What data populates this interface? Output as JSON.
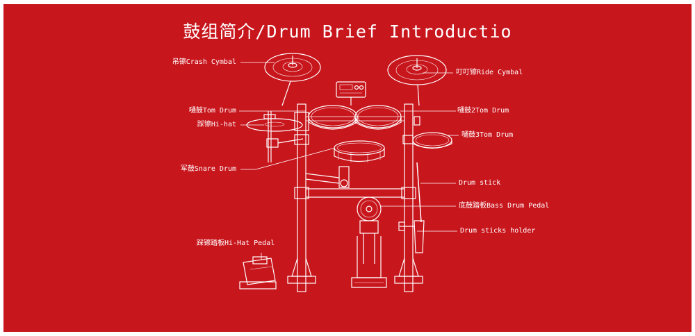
{
  "title": "鼓组简介/Drum Brief Introductio",
  "labels": {
    "crash": "吊镲Crash Cymbal",
    "tom1": "嗵鼓Tom Drum",
    "hihat": "踩镲Hi-hat",
    "snare": "军鼓Snare Drum",
    "hihat_pedal": "踩镲踏板Hi-Hat Pedal",
    "ride": "叮叮镲Ride Cymbal",
    "tom2": "嗵鼓2Tom Drum",
    "tom3": "嗵鼓3Tom Drum",
    "stick": "Drum stick",
    "bass_pedal": "底鼓踏板Bass Drum Pedal",
    "holder": "Drum sticks holder"
  },
  "colors": {
    "background": "#c8161d",
    "line": "#ffffff"
  }
}
